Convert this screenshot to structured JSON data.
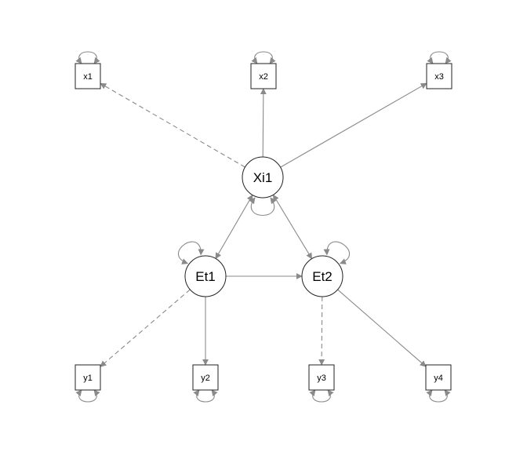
{
  "diagram": {
    "type": "path-diagram",
    "colors": {
      "edge": "#8a8a8a",
      "node_stroke": "#222222",
      "background": "#ffffff"
    },
    "observed": [
      "x1",
      "x2",
      "x3",
      "y1",
      "y2",
      "y3",
      "y4"
    ],
    "latent": [
      "Xi1",
      "Et1",
      "Et2"
    ],
    "edges": [
      {
        "from": "Xi1",
        "to": "x1",
        "style": "dashed",
        "kind": "directed"
      },
      {
        "from": "Xi1",
        "to": "x2",
        "style": "solid",
        "kind": "directed"
      },
      {
        "from": "Xi1",
        "to": "x3",
        "style": "solid",
        "kind": "directed"
      },
      {
        "from": "Xi1",
        "to": "Et1",
        "style": "solid",
        "kind": "bidirected"
      },
      {
        "from": "Xi1",
        "to": "Et2",
        "style": "solid",
        "kind": "bidirected"
      },
      {
        "from": "Et1",
        "to": "Et2",
        "style": "solid",
        "kind": "directed"
      },
      {
        "from": "Et1",
        "to": "y1",
        "style": "dashed",
        "kind": "directed"
      },
      {
        "from": "Et1",
        "to": "y2",
        "style": "solid",
        "kind": "directed"
      },
      {
        "from": "Et2",
        "to": "y3",
        "style": "dashed",
        "kind": "directed"
      },
      {
        "from": "Et2",
        "to": "y4",
        "style": "solid",
        "kind": "directed"
      }
    ],
    "variances": [
      "x1",
      "x2",
      "x3",
      "y1",
      "y2",
      "y3",
      "y4",
      "Xi1",
      "Et1",
      "Et2"
    ]
  }
}
